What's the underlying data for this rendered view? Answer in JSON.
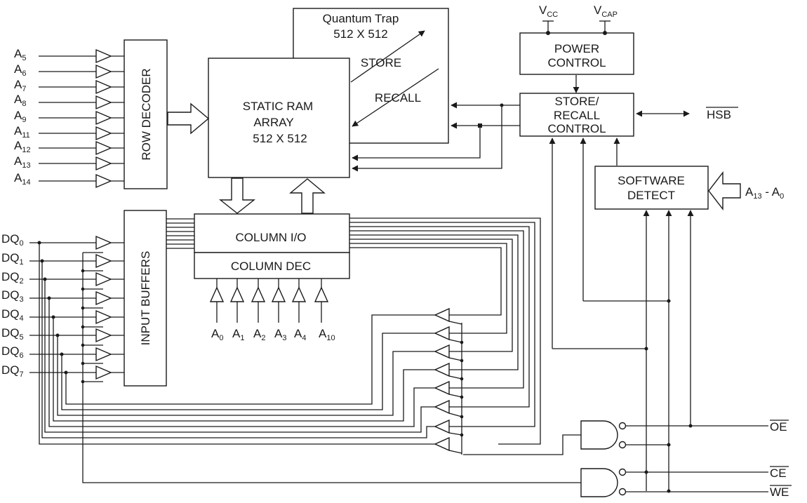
{
  "blocks": {
    "quantum_trap_title": "Quantum Trap",
    "quantum_trap_size": "512 X 512",
    "store": "STORE",
    "recall": "RECALL",
    "sram_line1": "STATIC RAM",
    "sram_line2": "ARRAY",
    "sram_line3": "512 X 512",
    "row_decoder": "ROW DECODER",
    "input_buffers": "INPUT BUFFERS",
    "column_io": "COLUMN I/O",
    "column_dec": "COLUMN DEC",
    "power_line1": "POWER",
    "power_line2": "CONTROL",
    "sr_line1": "STORE/",
    "sr_line2": "RECALL",
    "sr_line3": "CONTROL",
    "sw_line1": "SOFTWARE",
    "sw_line2": "DETECT"
  },
  "power_pins": [
    {
      "main": "V",
      "sub": "CC"
    },
    {
      "main": "V",
      "sub": "CAP"
    }
  ],
  "hsb": "HSB",
  "addr_range": {
    "a": "A",
    "hi": "13",
    "dash": " - A",
    "lo": "0"
  },
  "row_inputs": [
    {
      "main": "A",
      "sub": "5"
    },
    {
      "main": "A",
      "sub": "6"
    },
    {
      "main": "A",
      "sub": "7"
    },
    {
      "main": "A",
      "sub": "8"
    },
    {
      "main": "A",
      "sub": "9"
    },
    {
      "main": "A",
      "sub": "11"
    },
    {
      "main": "A",
      "sub": "12"
    },
    {
      "main": "A",
      "sub": "13"
    },
    {
      "main": "A",
      "sub": "14"
    }
  ],
  "col_inputs": [
    {
      "main": "A",
      "sub": "0"
    },
    {
      "main": "A",
      "sub": "1"
    },
    {
      "main": "A",
      "sub": "2"
    },
    {
      "main": "A",
      "sub": "3"
    },
    {
      "main": "A",
      "sub": "4"
    },
    {
      "main": "A",
      "sub": "10"
    }
  ],
  "dq_pins": [
    {
      "main": "DQ",
      "sub": "0"
    },
    {
      "main": "DQ",
      "sub": "1"
    },
    {
      "main": "DQ",
      "sub": "2"
    },
    {
      "main": "DQ",
      "sub": "3"
    },
    {
      "main": "DQ",
      "sub": "4"
    },
    {
      "main": "DQ",
      "sub": "5"
    },
    {
      "main": "DQ",
      "sub": "6"
    },
    {
      "main": "DQ",
      "sub": "7"
    }
  ],
  "control_pins": {
    "oe": "OE",
    "ce": "CE",
    "we": "WE"
  }
}
